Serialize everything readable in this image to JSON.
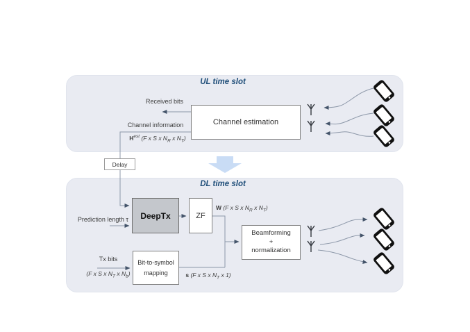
{
  "diagram": {
    "ul": {
      "title": "UL time slot",
      "received_bits_label": "Received bits",
      "channel_info_label": "Channel information",
      "channel_estimation_label": "Channel estimation",
      "h_formula": {
        "base": "H",
        "sup": "est",
        "p1": " (F x S x N",
        "sub1": "R",
        "p2": " x N",
        "sub2": "T",
        "p3": ")"
      }
    },
    "delay_label": "Delay",
    "dl": {
      "title": "DL time slot",
      "prediction_label": "Prediction length τ",
      "deeptx_label": "DeepTx",
      "zf_label": "ZF",
      "w_formula": {
        "base": "W",
        "p1": " (F x S x N",
        "sub1": "R",
        "p2": " x N",
        "sub2": "T",
        "p3": ")"
      },
      "tx_bits_label": "Tx bits",
      "tx_dims": {
        "p1": "(F x S x N",
        "sub1": "T",
        "p2": " x N",
        "sub2": "b",
        "p3": ")"
      },
      "bit_to_symbol_line1": "Bit-to-symbol",
      "bit_to_symbol_line2": "mapping",
      "s_formula": {
        "base": "s",
        "p1": " (F x S x N",
        "sub1": "T",
        "p2": " x 1)"
      },
      "beamforming_line1": "Beamforming",
      "beamforming_line2": "+",
      "beamforming_line3": "normalization"
    },
    "icons": {
      "antenna": "antenna-icon",
      "phone": "smartphone-icon",
      "block_arrow": "down-block-arrow-icon"
    },
    "colors": {
      "panel_bg": "#e9ebf2",
      "title_blue": "#1f4e79",
      "deeptx_gray": "#c4c7cc",
      "block_arrow_blue": "#c9dcf5",
      "wire_gray": "#8c97a8",
      "arrowhead": "#44546a"
    }
  }
}
